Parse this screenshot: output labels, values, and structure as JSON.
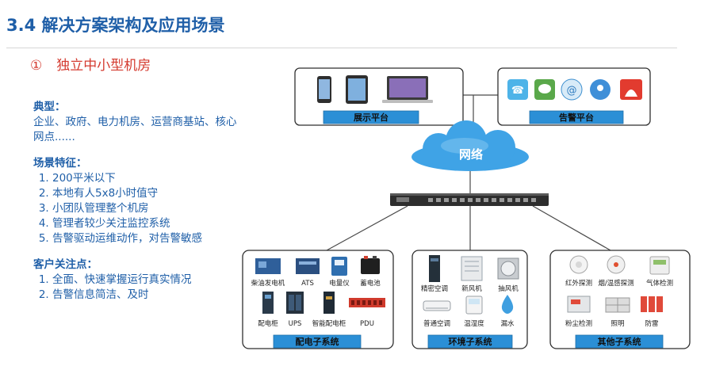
{
  "title": "3.4 解决方案架构及应用场景",
  "subtitle": {
    "num": "①",
    "text": "独立中小型机房"
  },
  "typical": {
    "heading": "典型：",
    "text": "企业、政府、电力机房、运营商基站、核心网点......"
  },
  "features": {
    "heading": "场景特征：",
    "items": [
      "200平米以下",
      "本地有人5x8小时值守",
      "小团队管理整个机房",
      "管理者较少关注监控系统",
      "告警驱动运维动作，对告警敏感"
    ]
  },
  "concerns": {
    "heading": "客户关注点：",
    "items": [
      "全面、快速掌握运行真实情况",
      "告警信息简洁、及时"
    ]
  },
  "diagram": {
    "display_platform": "展示平台",
    "alarm_platform": "告警平台",
    "network": "网络",
    "power_subsystem": {
      "label": "配电子系统",
      "items": [
        "柴油发电机",
        "ATS",
        "电量仪",
        "蓄电池",
        "配电柜",
        "UPS",
        "智能配电柜",
        "PDU"
      ]
    },
    "env_subsystem": {
      "label": "环境子系统",
      "items": [
        "精密空调",
        "新风机",
        "抽风机",
        "普通空调",
        "温湿度",
        "漏水"
      ]
    },
    "other_subsystem": {
      "label": "其他子系统",
      "items": [
        "红外探测",
        "烟/温感探测",
        "气体检测",
        "粉尘检测",
        "照明",
        "防雷"
      ]
    }
  }
}
